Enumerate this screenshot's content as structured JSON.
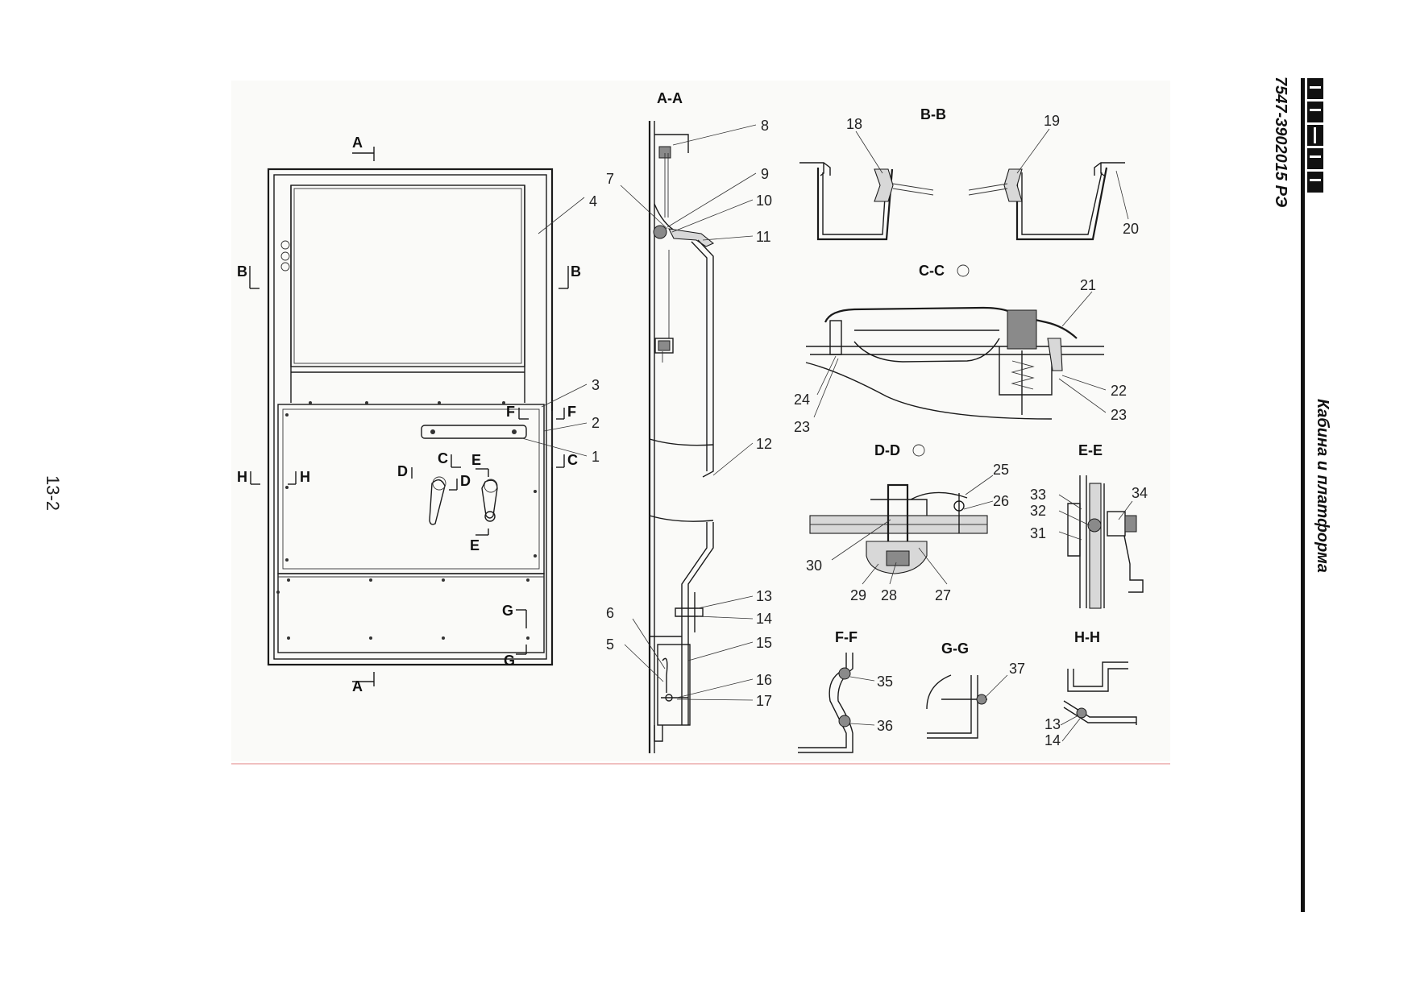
{
  "page": {
    "number": "13-2"
  },
  "header": {
    "logo": "BELAZ",
    "document_code": "7547-3902015 РЭ",
    "section_title": "Кабина и платформа"
  },
  "sections": {
    "aa": "A-A",
    "bb": "B-B",
    "cc": "C-C",
    "dd": "D-D",
    "ee": "E-E",
    "ff": "F-F",
    "gg": "G-G",
    "hh": "H-H"
  },
  "cut_marks": {
    "a": "A",
    "b": "B",
    "c": "C",
    "d": "D",
    "e": "E",
    "f": "F",
    "g": "G",
    "h": "H"
  },
  "callouts": [
    "1",
    "2",
    "3",
    "4",
    "5",
    "6",
    "7",
    "8",
    "9",
    "10",
    "11",
    "12",
    "13",
    "14",
    "15",
    "16",
    "17",
    "18",
    "19",
    "20",
    "21",
    "22",
    "23",
    "24",
    "25",
    "26",
    "27",
    "28",
    "29",
    "30",
    "31",
    "32",
    "33",
    "34",
    "35",
    "36",
    "37"
  ]
}
